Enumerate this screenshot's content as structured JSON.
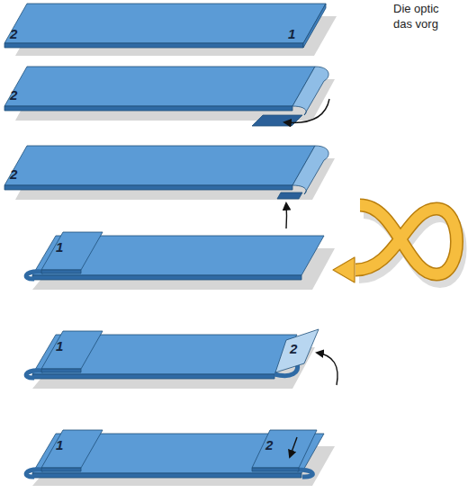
{
  "diagram": {
    "labels": [
      "Die optic",
      "das vorg",
      "2",
      "1",
      "2",
      "2",
      "1",
      "1",
      "2",
      "1",
      "2"
    ]
  }
}
